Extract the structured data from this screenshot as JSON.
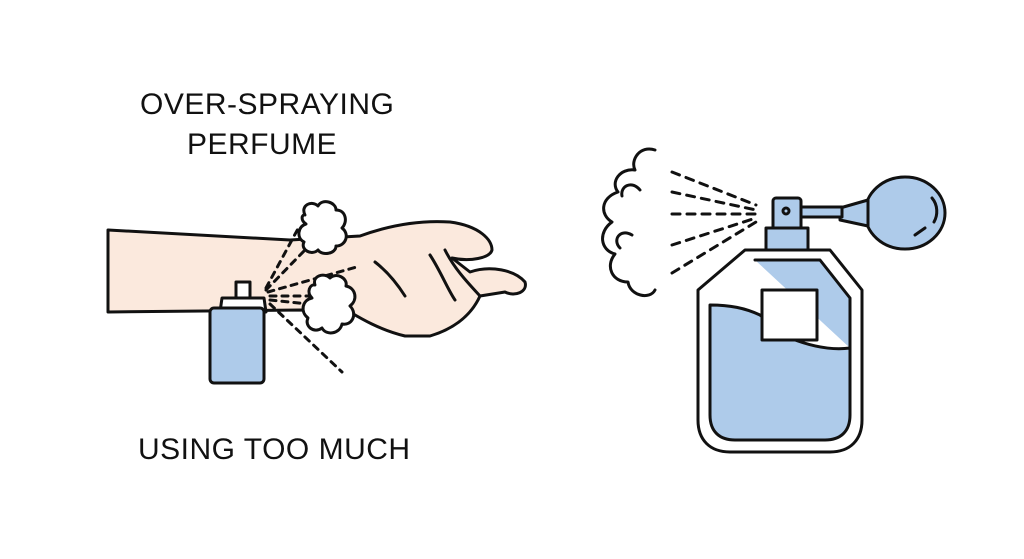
{
  "title_line1": "OVER-SPRAYING",
  "title_line2": "PERFUME",
  "caption": "USING TOO MUCH",
  "colors": {
    "skin": "#fbe9dd",
    "liquid": "#aecbea",
    "stroke": "#111111"
  }
}
